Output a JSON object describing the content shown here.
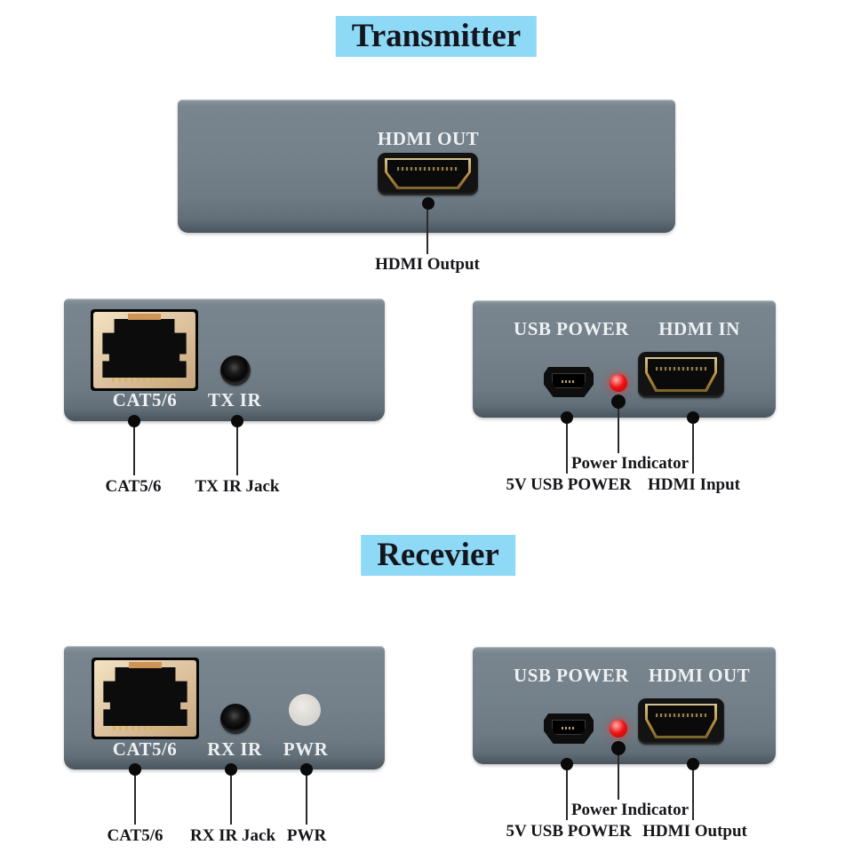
{
  "colors": {
    "title_highlight": "#8dd9f6",
    "panel_gray": "#74818a",
    "panel_text": "#eef1f3",
    "callout_ink": "#16161a",
    "led_red": "#ee1212",
    "pwr_indicator": "#d7d4cf",
    "rj45_tan": "#dcc09c",
    "hdmi_gold": "#b9913f"
  },
  "transmitter": {
    "title": "Transmitter",
    "front": {
      "hdmi_label": "HDMI OUT",
      "hdmi_callout": "HDMI Output"
    },
    "rear": {
      "cat_label": "CAT5/6",
      "ir_label": "TX IR",
      "cat_callout": "CAT5/6",
      "ir_callout": "TX IR Jack"
    },
    "power_side": {
      "usb_label": "USB POWER",
      "hdmi_label": "HDMI IN",
      "power_callout": "Power Indicator",
      "usb_callout": "5V USB POWER",
      "hdmi_callout": "HDMI Input"
    }
  },
  "receiver": {
    "title": "Recevier",
    "rear": {
      "cat_label": "CAT5/6",
      "ir_label": "RX IR",
      "pwr_label": "PWR",
      "cat_callout": "CAT5/6",
      "ir_callout": "RX IR Jack",
      "pwr_callout": "PWR"
    },
    "power_side": {
      "usb_label": "USB POWER",
      "hdmi_label": "HDMI OUT",
      "power_callout": "Power Indicator",
      "usb_callout": "5V USB POWER",
      "hdmi_callout": "HDMI Output"
    }
  }
}
